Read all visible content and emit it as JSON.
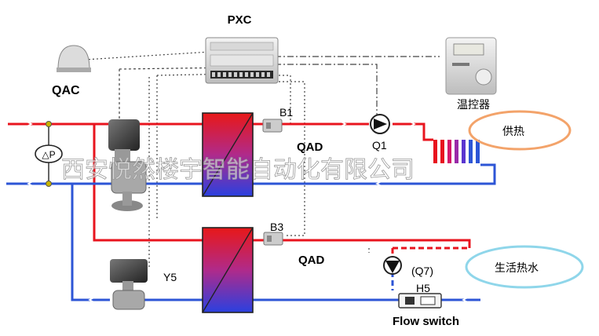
{
  "labels": {
    "pxc": "PXC",
    "qac": "QAC",
    "thermostat": "温控器",
    "b1": "B1",
    "b3": "B3",
    "qad1": "QAD",
    "qad2": "QAD",
    "q1": "Q1",
    "q7": "(Q7)",
    "h5": "H5",
    "y5": "Y5",
    "delta_p": "△P",
    "heating": "供热",
    "hot_water": "生活热水",
    "flow_switch": "Flow switch"
  },
  "watermark": "西安悦然楼宇智能自动化有限公司",
  "colors": {
    "supply": "#e8141e",
    "return": "#2d55d6",
    "heating_ring": "#f3a36a",
    "hot_water_ring": "#8fd6ea"
  }
}
